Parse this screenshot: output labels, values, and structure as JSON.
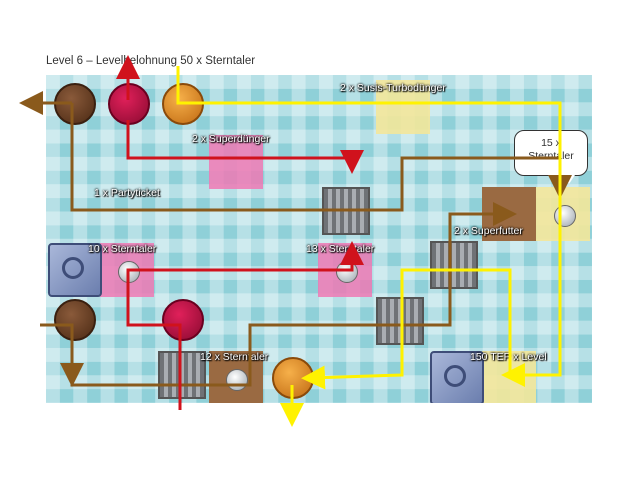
{
  "heading": "Level 6 – Levelbelohnung 50 x Sterntaler",
  "labels": {
    "turbo": "2 x Susis-Turbodünger",
    "superduenger": "2 x Superdünger",
    "partyticket": "1 x Partyticket",
    "sterntaler10": "10 x Sterntaler",
    "sterntaler13": "13 x Sterntaler",
    "superfutter": "2 x Superfutter",
    "sterntaler12": "12 x Sterntaler",
    "tep": "150 TEP x Level"
  },
  "bubble": {
    "line1": "15 x",
    "line2": "Sterntaler"
  },
  "colors": {
    "board": "#8fd0d8",
    "path_brown": "#8a5a1c",
    "path_red": "#d0121c",
    "path_yellow": "#fff200"
  },
  "icons": [
    "brown-token-icon",
    "red-token-icon",
    "gold-token-icon",
    "coin-icon",
    "gate-icon",
    "steel-block-icon"
  ]
}
